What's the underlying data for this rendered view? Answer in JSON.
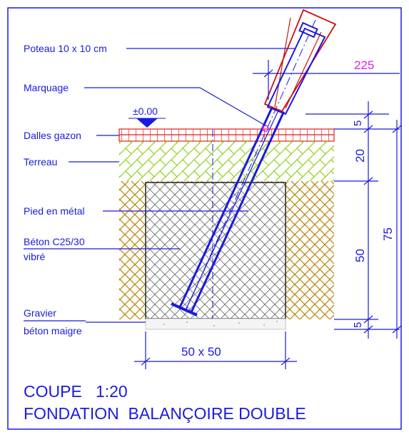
{
  "labels": {
    "poteau": "Poteau 10 x 10 cm",
    "marquage": "Marquage",
    "level": "±0.00",
    "dalles": "Dalles gazon",
    "terreau": "Terreau",
    "pied": "Pied en métal",
    "beton_line1": "Béton C25/30",
    "beton_line2": "vibré",
    "gravier_line1": "Gravier",
    "gravier_line2": "béton maigre"
  },
  "dimensions": {
    "angle": "225",
    "dalles_thickness": "5",
    "terreau_thickness": "20",
    "beton_depth": "50",
    "gravier_thickness": "5",
    "total_depth": "75",
    "footing_size": "50 x 50"
  },
  "title": {
    "line1": "COUPE   1:20",
    "line2": "FONDATION  BALANÇOIRE DOUBLE"
  },
  "colors": {
    "ink": "#1a1ae0",
    "dalles": "#e81a1a",
    "terreau": "#8fd11c",
    "soil": "#b8860b",
    "concrete": "#555555",
    "post": "#d01010",
    "magenta": "#e020e0",
    "frame": "#1a1ae0"
  }
}
